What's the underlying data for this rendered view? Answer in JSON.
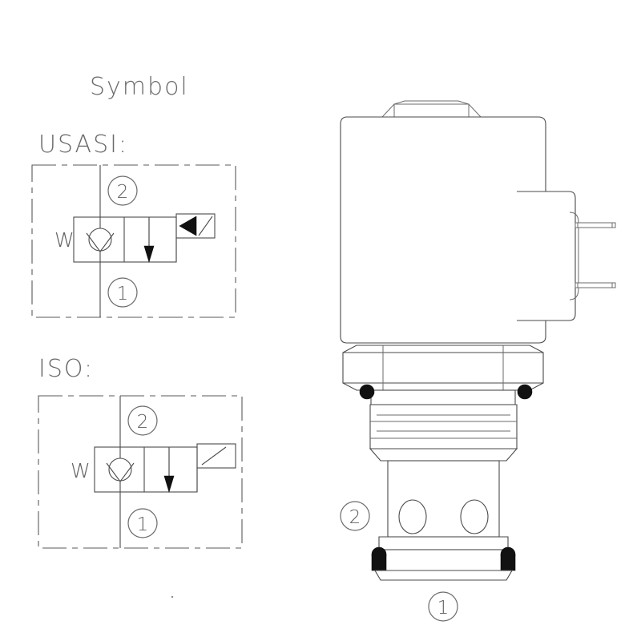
{
  "drawing": {
    "kind": "hydraulic-cartridge-valve-technical-drawing",
    "background_color": "#ffffff",
    "line_color": "#4a4a4a",
    "text_color": "#6a6a6a",
    "fill_color": "#111111"
  },
  "symbol_section": {
    "title": "Symbol",
    "usasi": {
      "label": "USASI:",
      "port_top": "2",
      "port_bottom": "1",
      "side_label": "W",
      "actuator": "solenoid-with-filled-triangle",
      "flow_arrow": "down",
      "check_valve": "poppet-circle-with-seat"
    },
    "iso": {
      "label": "ISO:",
      "port_top": "2",
      "port_bottom": "1",
      "side_label": "W",
      "actuator": "solenoid-diagonal",
      "flow_arrow": "down",
      "check_valve": "poppet-circle-with-seat"
    }
  },
  "valve_drawing": {
    "callout_port_2": "2",
    "callout_port_1": "1",
    "components": [
      "hex-nut-top",
      "solenoid-coil-housing",
      "electrical-connector-block",
      "spade-terminal-upper",
      "spade-terminal-lower",
      "hex-nut-body",
      "o-ring-upper-left",
      "o-ring-upper-right",
      "threaded-cartridge-section",
      "valve-body",
      "port-opening-left",
      "port-opening-right",
      "o-ring-lower-left",
      "o-ring-lower-right",
      "nose-end"
    ]
  }
}
